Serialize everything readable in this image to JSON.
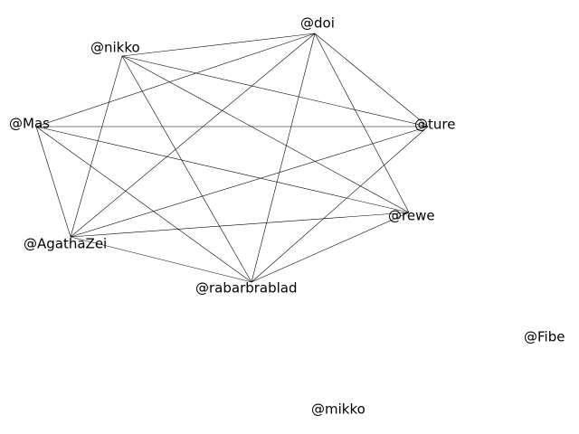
{
  "nodes": [
    {
      "id": "doi",
      "label": "@doi"
    },
    {
      "id": "nikko",
      "label": "@nikko"
    },
    {
      "id": "mas",
      "label": "@Mas"
    },
    {
      "id": "ture",
      "label": "@ture"
    },
    {
      "id": "rewe",
      "label": "@rewe"
    },
    {
      "id": "agathazei",
      "label": "@AgathaZei"
    },
    {
      "id": "rabarbrablad",
      "label": "@rabarbrablad"
    },
    {
      "id": "fibe",
      "label": "@Fibe"
    },
    {
      "id": "mikko",
      "label": "@mikko"
    }
  ],
  "edges": [
    [
      "nikko",
      "doi"
    ],
    [
      "mas",
      "doi"
    ],
    [
      "doi",
      "agathazei"
    ],
    [
      "doi",
      "rabarbrablad"
    ],
    [
      "doi",
      "ture"
    ],
    [
      "doi",
      "rewe"
    ],
    [
      "nikko",
      "ture"
    ],
    [
      "nikko",
      "rewe"
    ],
    [
      "nikko",
      "agathazei"
    ],
    [
      "nikko",
      "rabarbrablad"
    ],
    [
      "mas",
      "ture"
    ],
    [
      "mas",
      "rewe"
    ],
    [
      "mas",
      "agathazei"
    ],
    [
      "mas",
      "rabarbrablad"
    ],
    [
      "ture",
      "agathazei"
    ],
    [
      "ture",
      "rabarbrablad"
    ],
    [
      "rewe",
      "agathazei"
    ],
    [
      "rewe",
      "rabarbrablad"
    ],
    [
      "agathazei",
      "rabarbrablad"
    ]
  ],
  "colors": {
    "edge": "#000000",
    "text": "#000000",
    "background": "#ffffff"
  }
}
